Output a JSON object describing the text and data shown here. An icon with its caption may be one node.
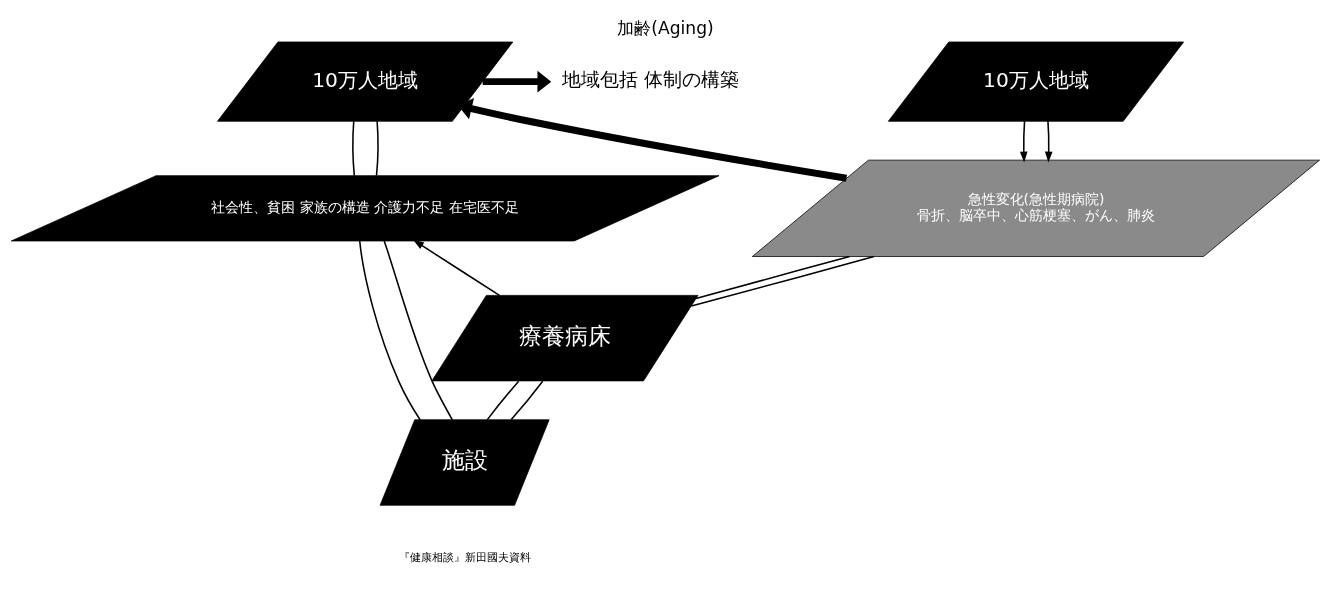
{
  "diagram": {
    "title": "加齢(Aging)",
    "caption": "『健康相談』新田國夫資料",
    "nodes": [
      {
        "text": [
          "10万人地域"
        ]
      },
      {
        "text": [
          "地域包括 体制の構築"
        ]
      },
      {
        "text": [
          "10万人地域"
        ]
      },
      {
        "text": [
          "社会性、貧困 家族の構造 介護力不足 在宅医不足"
        ]
      },
      {
        "text": [
          "急性変化(急性期病院)",
          "骨折、脳卒中、心筋梗塞、がん、肺炎"
        ]
      },
      {
        "text": [
          "療養病床"
        ]
      },
      {
        "text": [
          "施設"
        ]
      }
    ],
    "edges": [
      {
        "from": 0,
        "to": 1,
        "arrow": "to",
        "style": "thick"
      },
      {
        "from": 4,
        "to": 0,
        "arrow": "to",
        "style": "thick"
      },
      {
        "from": 0,
        "to": 3,
        "arrow": "none"
      },
      {
        "from": 0,
        "to": 3,
        "arrow": "none"
      },
      {
        "from": 2,
        "to": 4,
        "arrow": "to"
      },
      {
        "from": 2,
        "to": 4,
        "arrow": "to"
      },
      {
        "from": 4,
        "to": 5,
        "arrow": "none"
      },
      {
        "from": 4,
        "to": 5,
        "arrow": "none"
      },
      {
        "from": 5,
        "to": 3,
        "arrow": "to"
      },
      {
        "from": 3,
        "to": 6,
        "arrow": "none"
      },
      {
        "from": 3,
        "to": 6,
        "arrow": "none"
      },
      {
        "from": 5,
        "to": 6,
        "arrow": "none"
      },
      {
        "from": 5,
        "to": 6,
        "arrow": "none"
      }
    ]
  }
}
